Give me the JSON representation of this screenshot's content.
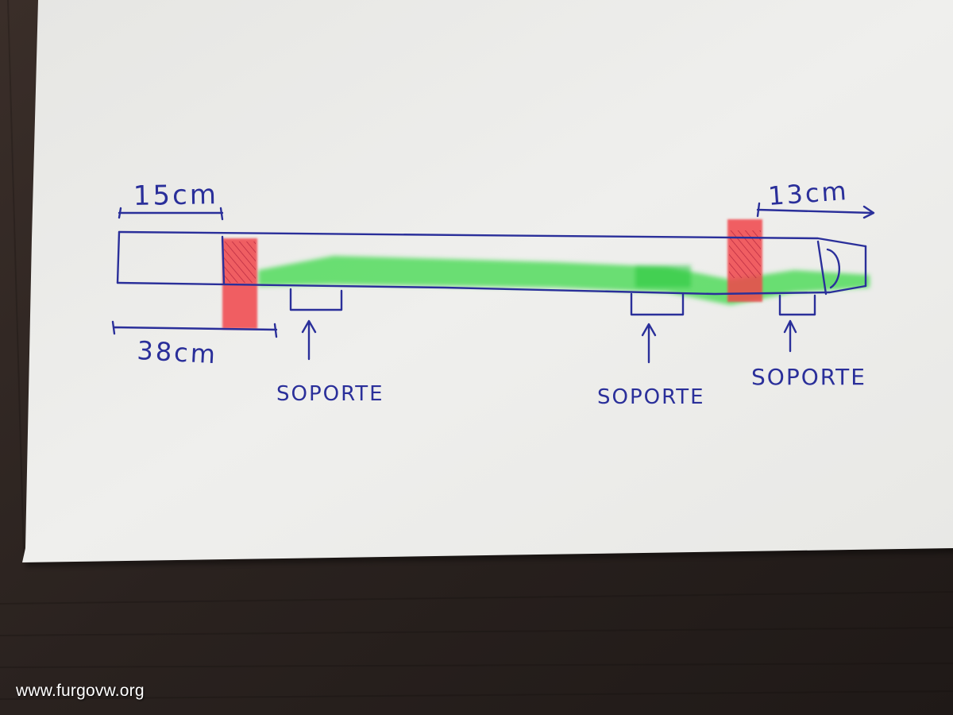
{
  "sketch": {
    "labels": {
      "dim_left_top": "15cm",
      "dim_left_bottom": "38cm",
      "dim_right_top": "13cm",
      "support_1": "SOPORTE",
      "support_2": "SOPORTE",
      "support_3": "SOPORTE"
    },
    "colors": {
      "ink": "#2a2f9a",
      "highlight_green": "#3fd84a",
      "highlight_red": "#f0444a",
      "paper": "#eeeeec",
      "table": "#2b2320"
    }
  },
  "watermark": {
    "text": "www.furgovw.org"
  }
}
